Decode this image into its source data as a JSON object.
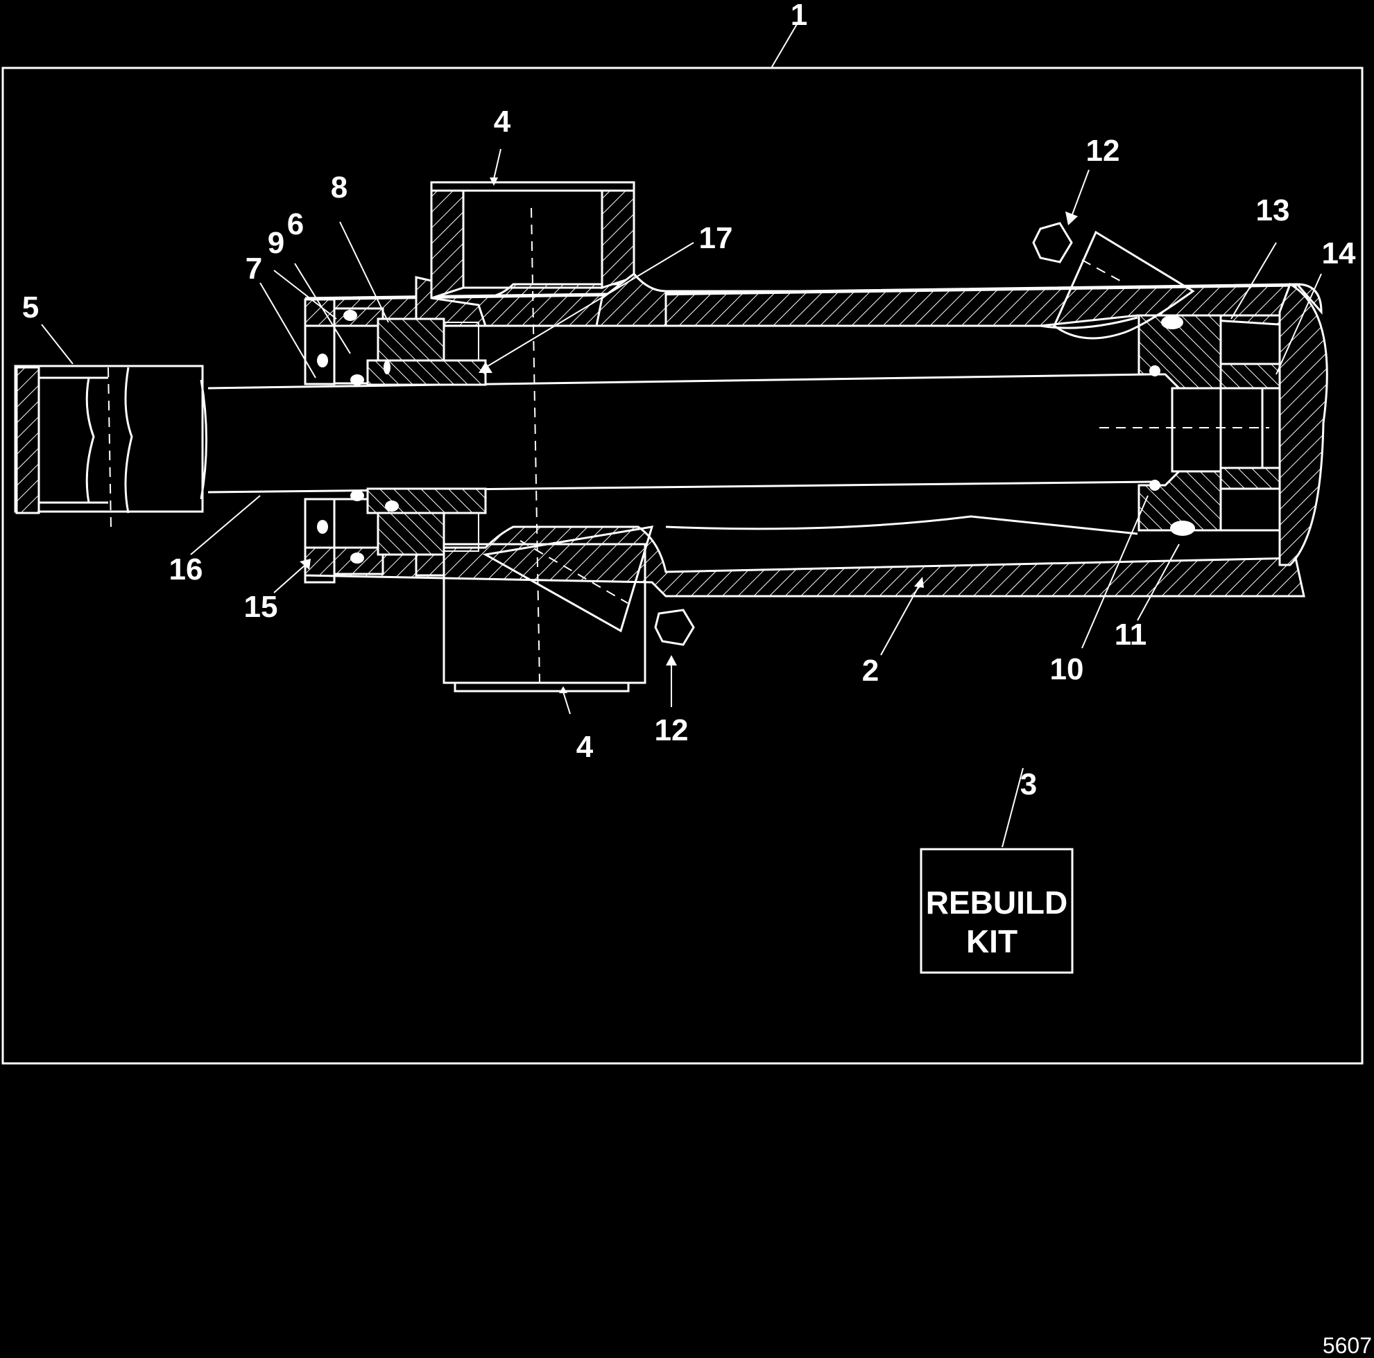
{
  "diagram": {
    "callouts": {
      "c1": "1",
      "c2": "2",
      "c3": "3",
      "c4_top": "4",
      "c4_bottom": "4",
      "c5": "5",
      "c6": "6",
      "c7": "7",
      "c8": "8",
      "c9": "9",
      "c10": "10",
      "c11": "11",
      "c12_top": "12",
      "c12_bottom": "12",
      "c13": "13",
      "c14": "14",
      "c15": "15",
      "c16": "16",
      "c17": "17"
    },
    "rebuild_kit": {
      "line1": "REBUILD",
      "line2": "KIT"
    },
    "figure_id": "5607"
  }
}
